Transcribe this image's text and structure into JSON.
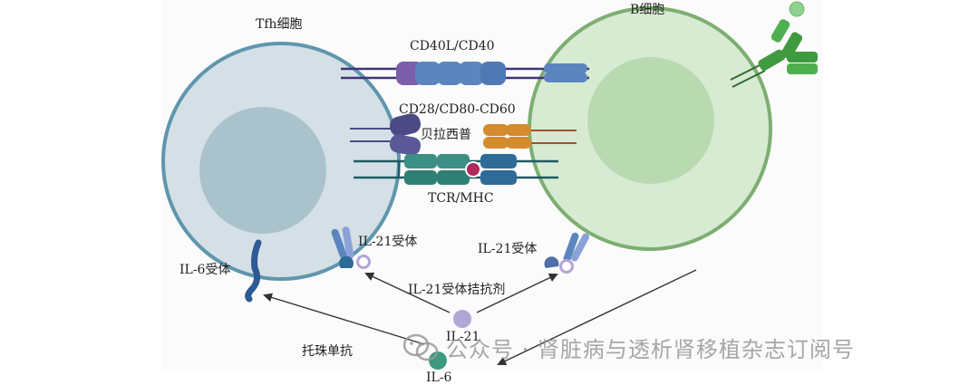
{
  "labels": {
    "tfh_cell": "Tfh细胞",
    "b_cell": "B细胞",
    "cd40": "CD40L/CD40",
    "cd28": "CD28/CD80-CD60",
    "belatacept": "贝拉西普",
    "tcr_mhc": "TCR/MHC",
    "il21r_left": "IL-21受体",
    "il21r_right": "IL-21受体",
    "il6r": "IL-6受体",
    "il21r_antagonist": "IL-21受体拮抗剂",
    "il21": "IL-21",
    "tocilizumab": "托珠单抗",
    "il6": "IL-6"
  },
  "watermark": {
    "text": "公众号 · 肾脏病与透析肾移植杂志订阅号",
    "icon": "wechat-icon"
  },
  "colors": {
    "tfh_fill": "#d4e0e6",
    "tfh_border": "#5f96ad",
    "tfh_nucleus": "#a9c2cb",
    "b_fill": "#d7ebd3",
    "b_border": "#7dae72",
    "b_nucleus": "#b9dab0",
    "cd40_blue": "#5b85bf",
    "cd40_purple": "#7b5ea9",
    "tcr_teal": "#3b8f84",
    "mhc_blue": "#2e6b96",
    "peptide": "#b0285c",
    "belatacept_orange": "#d48b2e",
    "cd28_purple": "#4c4a86",
    "receptor_blue": "#4f6fa8",
    "il21_lavender": "#b3a6d6",
    "il6_teal": "#3d9a7e",
    "antibody_green": "#3f9a3f",
    "arrow": "#333333"
  }
}
